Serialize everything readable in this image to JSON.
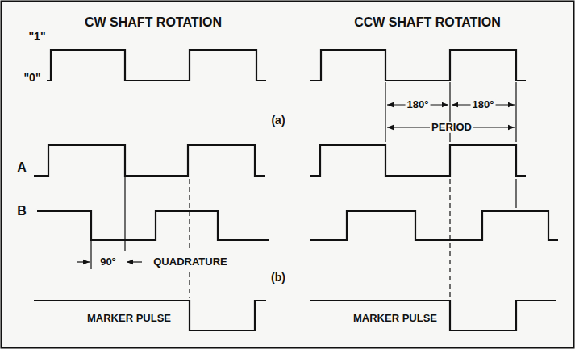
{
  "diagram": {
    "labels": [
      "CW SHAFT ROTATION",
      "CCW SHAFT ROTATION",
      "\"1\"",
      "\"0\"",
      "180°",
      "180°",
      "(a)",
      "PERIOD",
      "A",
      "B",
      "90°",
      "QUADRATURE",
      "(b)",
      "MARKER PULSE",
      "MARKER PULSE"
    ]
  }
}
